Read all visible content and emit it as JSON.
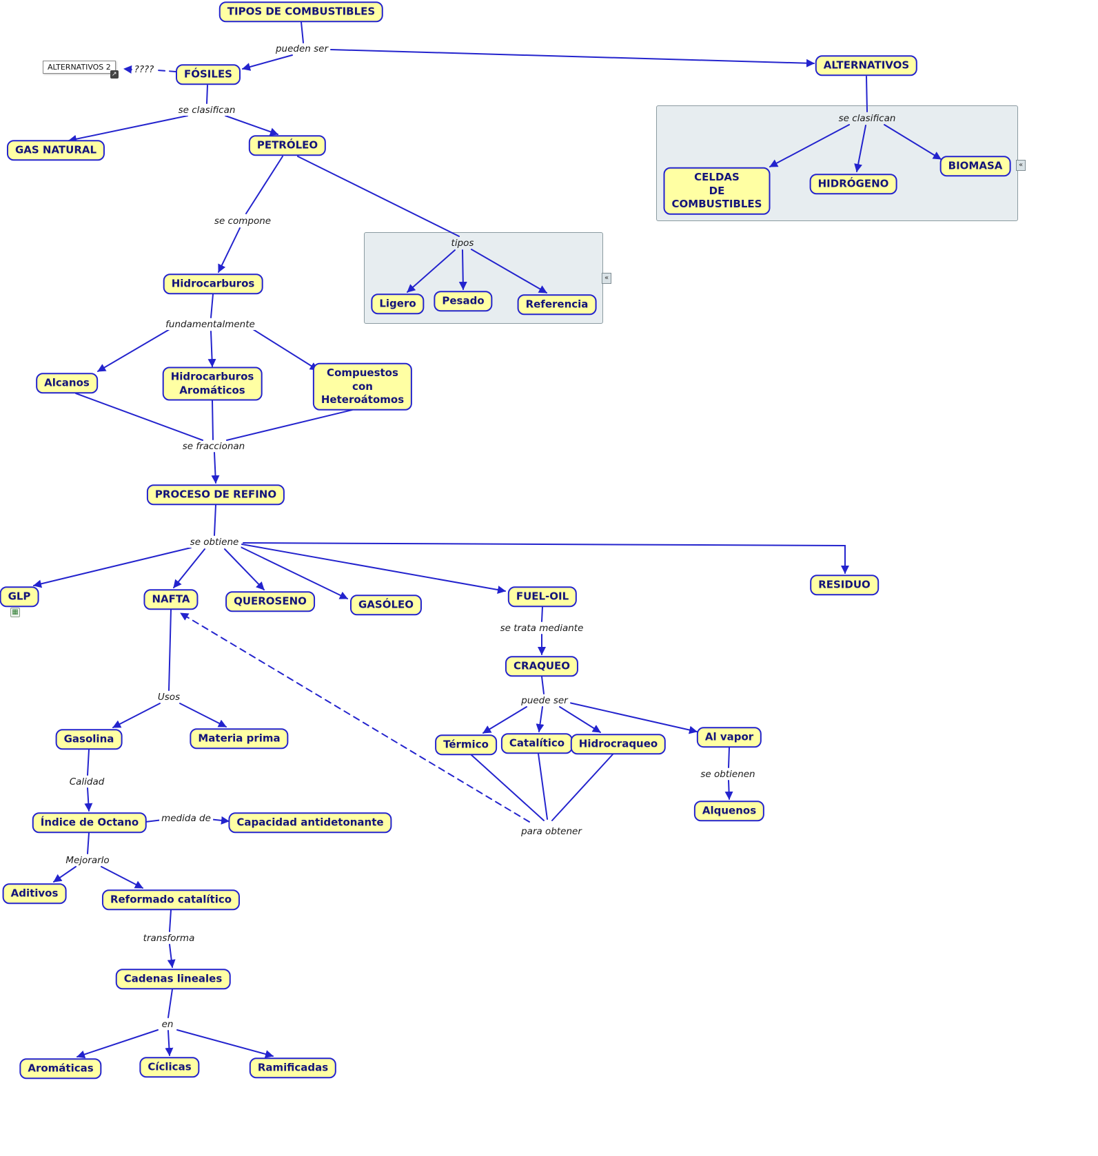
{
  "style": {
    "background": "#FFFFFF",
    "node_fill": "#FFFFA3",
    "node_border": "#2323CD",
    "node_text": "#14147A",
    "line_color": "#2323CD",
    "group_fill": "#E7EDF0"
  },
  "nodes": {
    "tipos": "TIPOS DE COMBUSTIBLES",
    "fosiles": "FÓSILES",
    "alternativos": "ALTERNATIVOS",
    "gas_natural": "GAS NATURAL",
    "petroleo": "PETRÓLEO",
    "celdas": "CELDAS\nDE\nCOMBUSTIBLES",
    "hidrogeno": "HIDRÓGENO",
    "biomasa": "BIOMASA",
    "hidrocarburos": "Hidrocarburos",
    "ligero": "Ligero",
    "pesado": "Pesado",
    "referencia": "Referencia",
    "alcanos": "Alcanos",
    "hc_aromaticos": "Hidrocarburos\nAromáticos",
    "compuestos": "Compuestos\ncon\nHeteroátomos",
    "proceso_refino": "PROCESO DE REFINO",
    "glp": "GLP",
    "nafta": "NAFTA",
    "queroseno": "QUEROSENO",
    "gasoleo": "GASÓLEO",
    "fuel_oil": "FUEL-OIL",
    "residuo": "RESIDUO",
    "craqueo": "CRAQUEO",
    "gasolina": "Gasolina",
    "materia_prima": "Materia prima",
    "termico": "Térmico",
    "catalitico": "Catalítico",
    "hidrocraqueo": "Hidrocraqueo",
    "al_vapor": "Al vapor",
    "alquenos": "Alquenos",
    "indice_octano": "Índice de Octano",
    "capacidad": "Capacidad antidetonante",
    "aditivos": "Aditivos",
    "reformado": "Reformado catalítico",
    "cadenas_lineales": "Cadenas lineales",
    "aromaticas": "Aromáticas",
    "ciclicas": "Cíclicas",
    "ramificadas": "Ramificadas"
  },
  "labels": {
    "pueden_ser": "pueden ser",
    "interrogantes": "????",
    "se_clasifican_fosiles": "se clasifican",
    "se_clasifican_alternativos": "se clasifican",
    "se_compone": "se compone",
    "tipos": "tipos",
    "fundamentalmente": "fundamentalmente",
    "se_fraccionan": "se fraccionan",
    "se_obtiene": "se obtiene",
    "se_trata_mediante": "se trata mediante",
    "usos": "Usos",
    "puede_ser": "puede ser",
    "calidad": "Calidad",
    "medida_de": "medida de",
    "mejorarlo": "Mejorarlo",
    "se_obtienen": "se obtienen",
    "para_obtener": "para obtener",
    "transforma": "transforma",
    "en": "en"
  },
  "extras": {
    "linked_map": "ALTERNATIVOS 2"
  },
  "icons": {
    "collapse": "«",
    "external": "↗",
    "attachment": "▦"
  }
}
